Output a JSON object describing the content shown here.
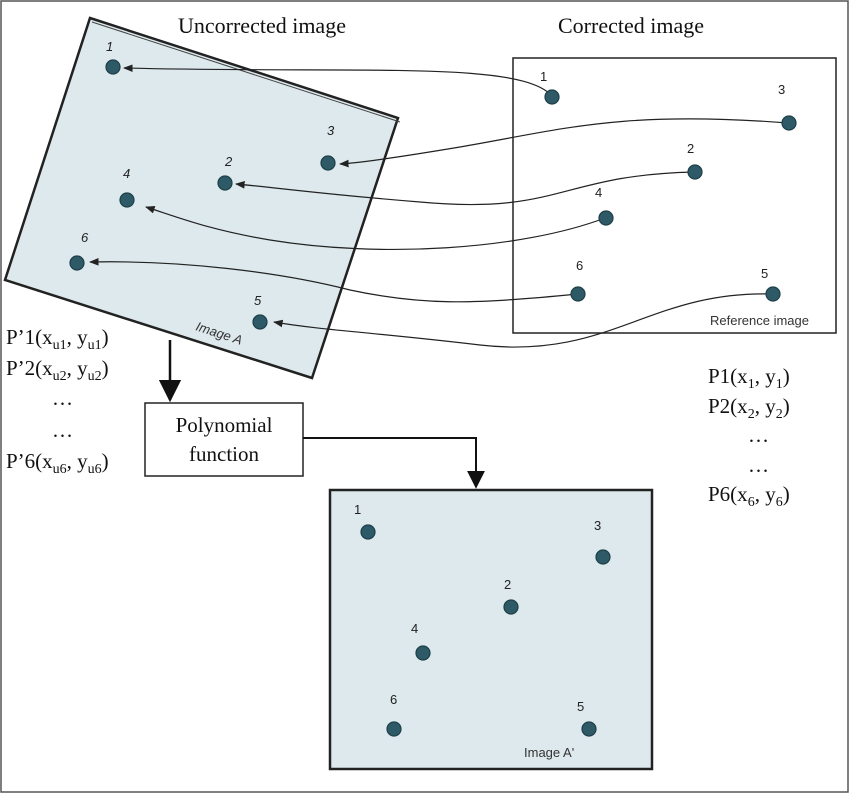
{
  "headings": {
    "uncorrected": "Uncorrected image",
    "corrected": "Corrected image"
  },
  "panels": {
    "image_a": "Image A",
    "reference": "Reference image",
    "image_a_prime": "Image A'"
  },
  "process_box": {
    "line1": "Polynomial",
    "line2": "function"
  },
  "point_labels": [
    "1",
    "2",
    "3",
    "4",
    "5",
    "6"
  ],
  "uncorrected_coords": [
    {
      "prefix": "P’1(x",
      "sub1": "u1",
      "mid": ", y",
      "sub2": "u1",
      "suffix": ")"
    },
    {
      "prefix": "P’2(x",
      "sub1": "u2",
      "mid": ", y",
      "sub2": "u2",
      "suffix": ")"
    },
    {
      "text": "…"
    },
    {
      "text": "…"
    },
    {
      "prefix": "P’6(x",
      "sub1": "u6",
      "mid": ", y",
      "sub2": "u6",
      "suffix": ")"
    }
  ],
  "reference_coords": [
    {
      "prefix": "P1(x",
      "sub1": "1",
      "mid": ", y",
      "sub2": "1",
      "suffix": ")"
    },
    {
      "prefix": "P2(x",
      "sub1": "2",
      "mid": ", y",
      "sub2": "2",
      "suffix": ")"
    },
    {
      "text": "…"
    },
    {
      "text": "…"
    },
    {
      "prefix": "P6(x",
      "sub1": "6",
      "mid": ", y",
      "sub2": "6",
      "suffix": ")"
    }
  ],
  "colors": {
    "panel_fill": "#dde9ed",
    "dot_fill": "#2d5a66",
    "line": "#222222"
  }
}
